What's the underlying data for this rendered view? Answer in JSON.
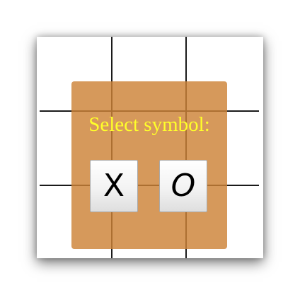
{
  "dialog": {
    "title": "Select symbol:",
    "options": [
      {
        "label": "X"
      },
      {
        "label": "O"
      }
    ]
  },
  "colors": {
    "dialog_background": "#d4965a",
    "title_text": "#ffff2a",
    "grid_lines": "#1a1a1a"
  }
}
